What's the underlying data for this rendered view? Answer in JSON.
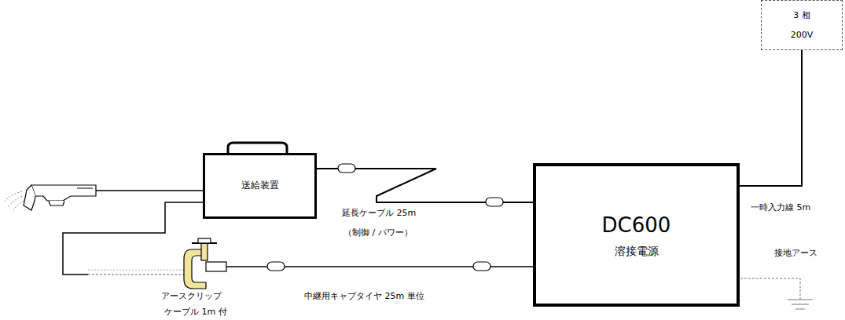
{
  "diagram": {
    "nodes": [
      {
        "text": [
          "3 相 200V"
        ]
      },
      {
        "text": [
          "送給装置"
        ]
      },
      {
        "text": [
          "DC600",
          "溶接電源"
        ]
      }
    ],
    "edges": [
      {
        "from": 0,
        "to": 2,
        "arrow": "none"
      },
      {
        "from": 1,
        "to": 2,
        "arrow": "none"
      }
    ],
    "labels": [
      "延長ケーブル 25m",
      "（制御 / パワー）",
      "一時入力線 5m",
      "接地アース",
      "アースクリップ",
      "ケーブル 1m 付",
      "中継用キャブタイヤ 25m 単位"
    ]
  }
}
